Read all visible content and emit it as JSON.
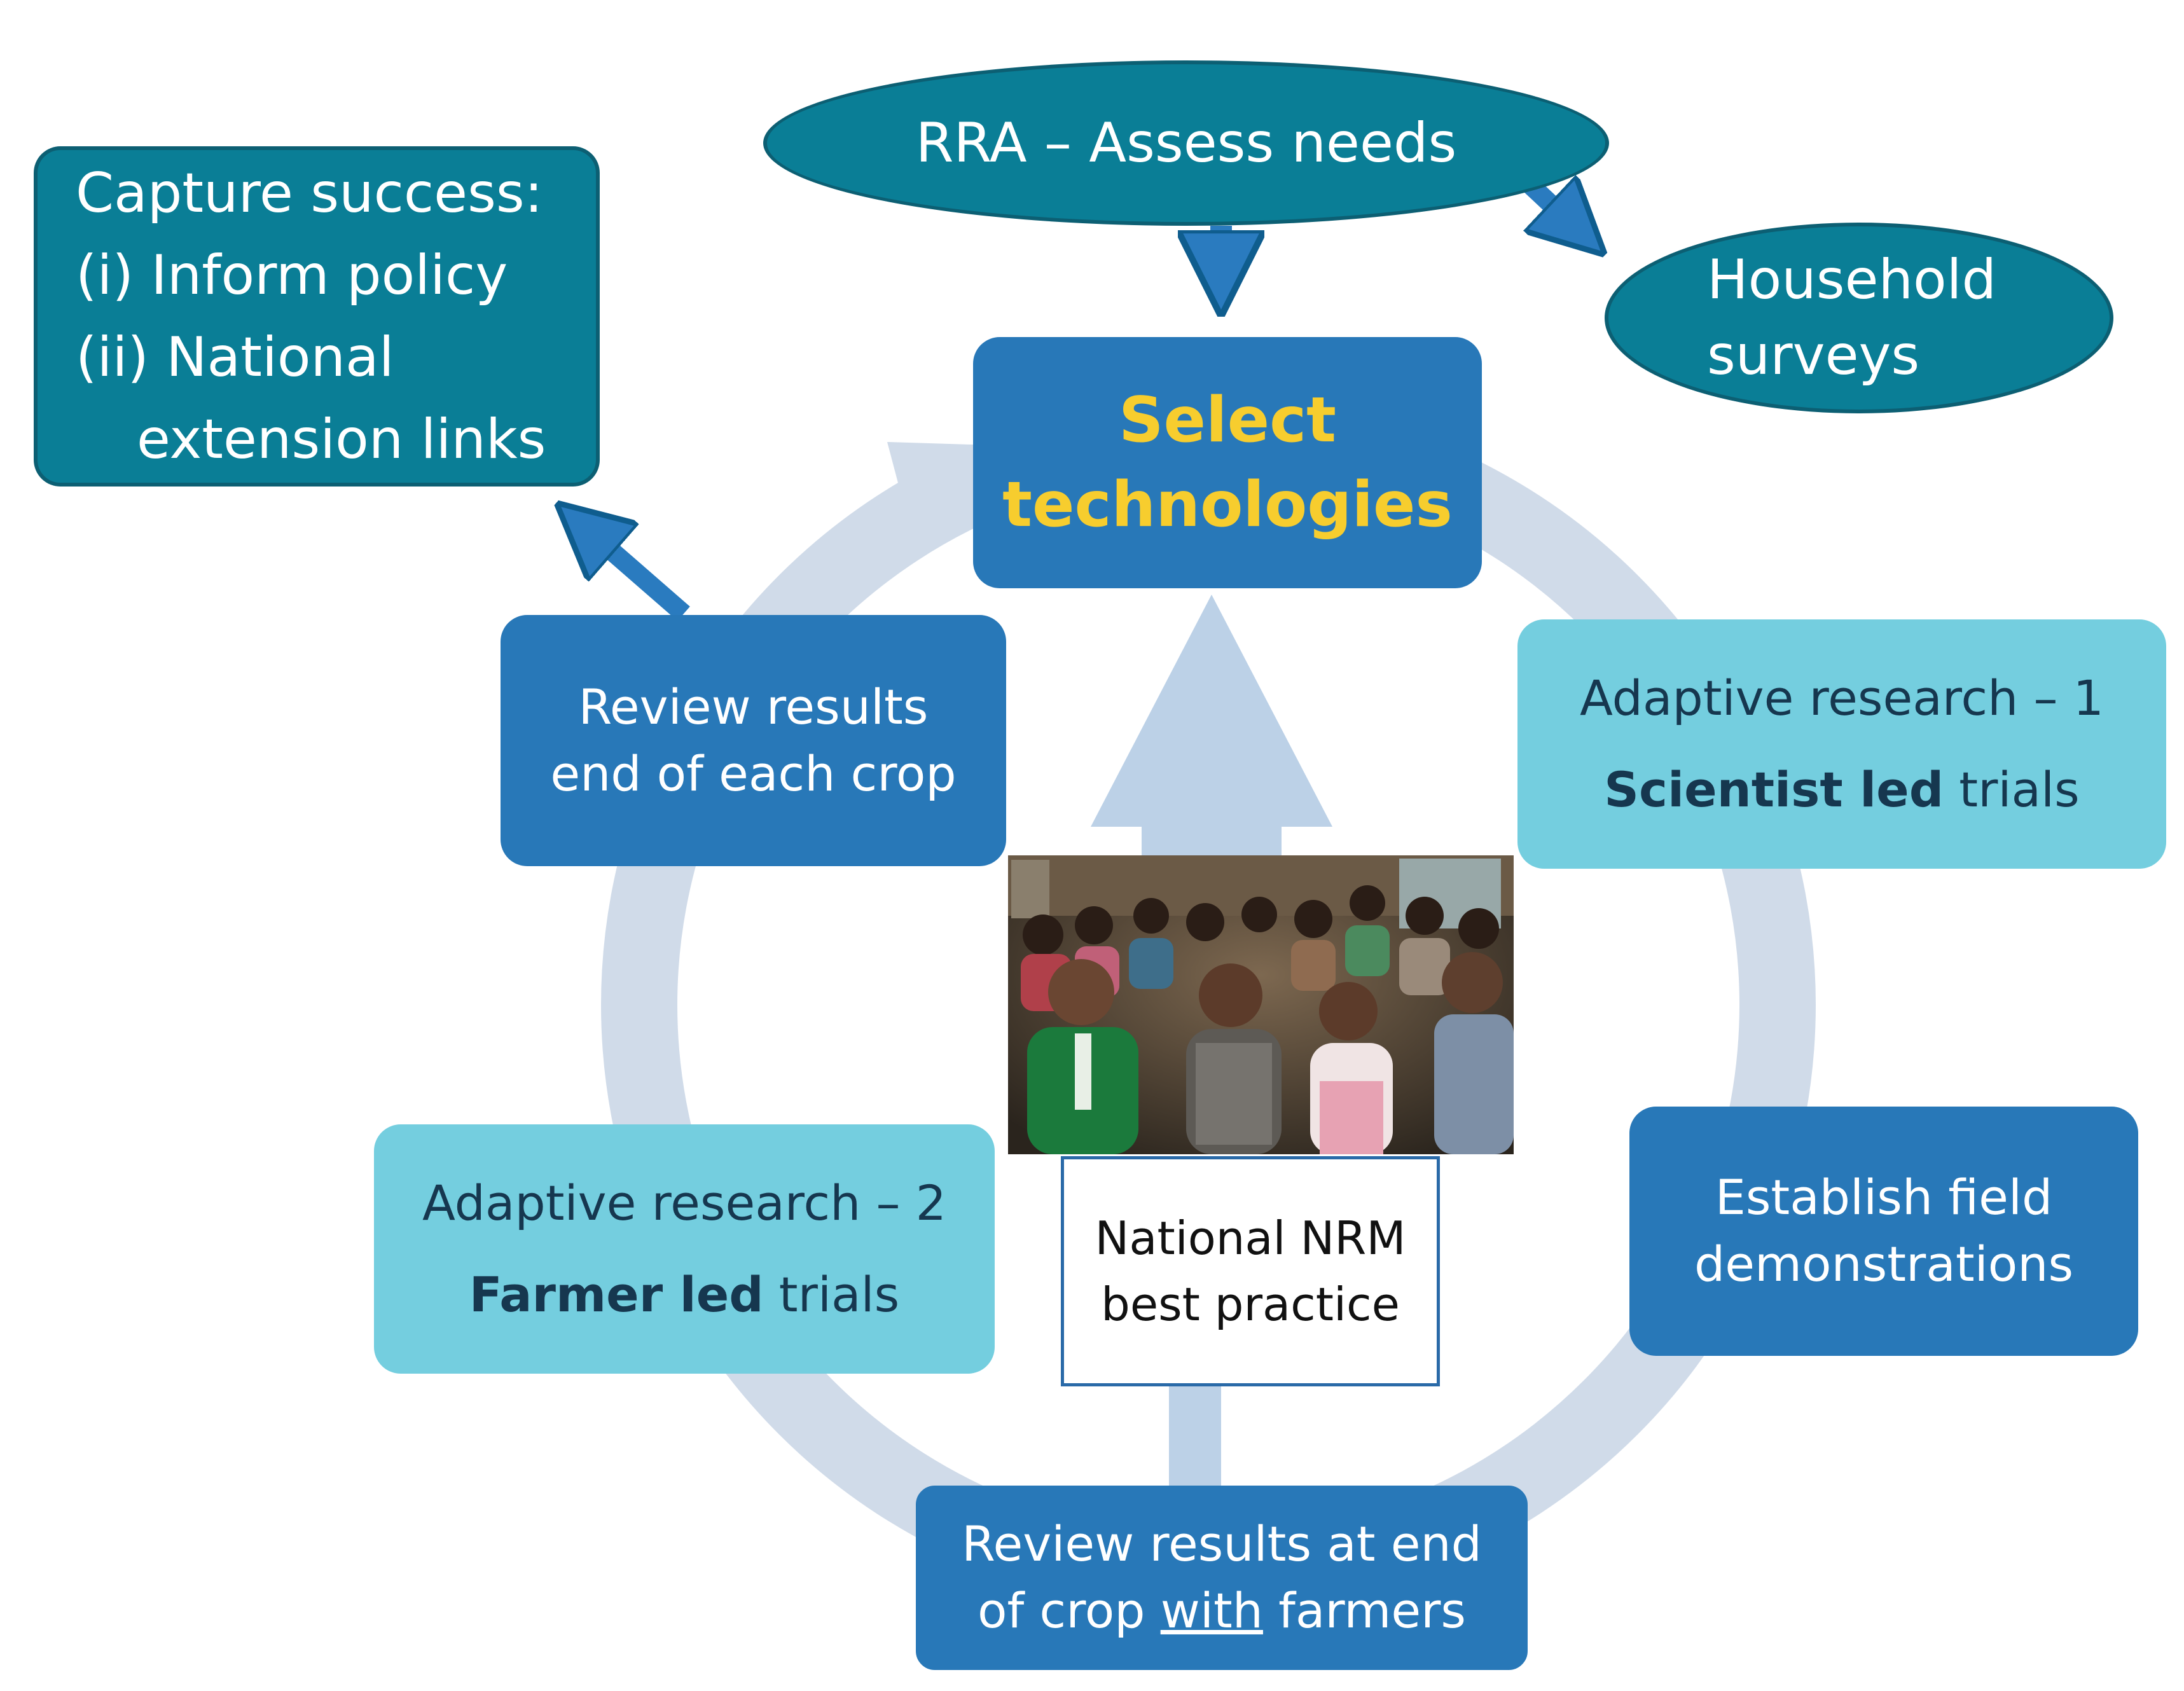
{
  "colors": {
    "cycle_ring": "#d0dbe9",
    "dark_teal": "#0a7e96",
    "mid_blue": "#2878b8",
    "light_teal": "#74cedf",
    "highlight_yellow": "#f7cd2e",
    "dark_text": "#16374f"
  },
  "rra_ellipse": {
    "text": "RRA – Assess needs"
  },
  "household_ellipse": {
    "line1": "Household",
    "line2": "surveys"
  },
  "capture_box": {
    "line1": "Capture success:",
    "line2": "(i) Inform policy",
    "line3": "(ii) National",
    "line4": "extension links"
  },
  "select_box": {
    "line1": "Select",
    "line2": "technologies"
  },
  "review_each_crop_box": {
    "line1": "Review results",
    "line2": "end of each crop"
  },
  "adaptive1_box": {
    "line1": "Adaptive research – 1",
    "bold": "Scientist led",
    "rest": " trials"
  },
  "field_demo_box": {
    "line1": "Establish field",
    "line2": "demonstrations"
  },
  "review_farmers_box": {
    "line1": "Review results at end",
    "line2_pre": "of crop ",
    "line2_underline": "with",
    "line2_post": " farmers"
  },
  "adaptive2_box": {
    "line1": "Adaptive research – 2",
    "bold": "Farmer led",
    "rest": " trials"
  },
  "center_caption": {
    "line1": "National NRM",
    "line2": "best practice"
  }
}
